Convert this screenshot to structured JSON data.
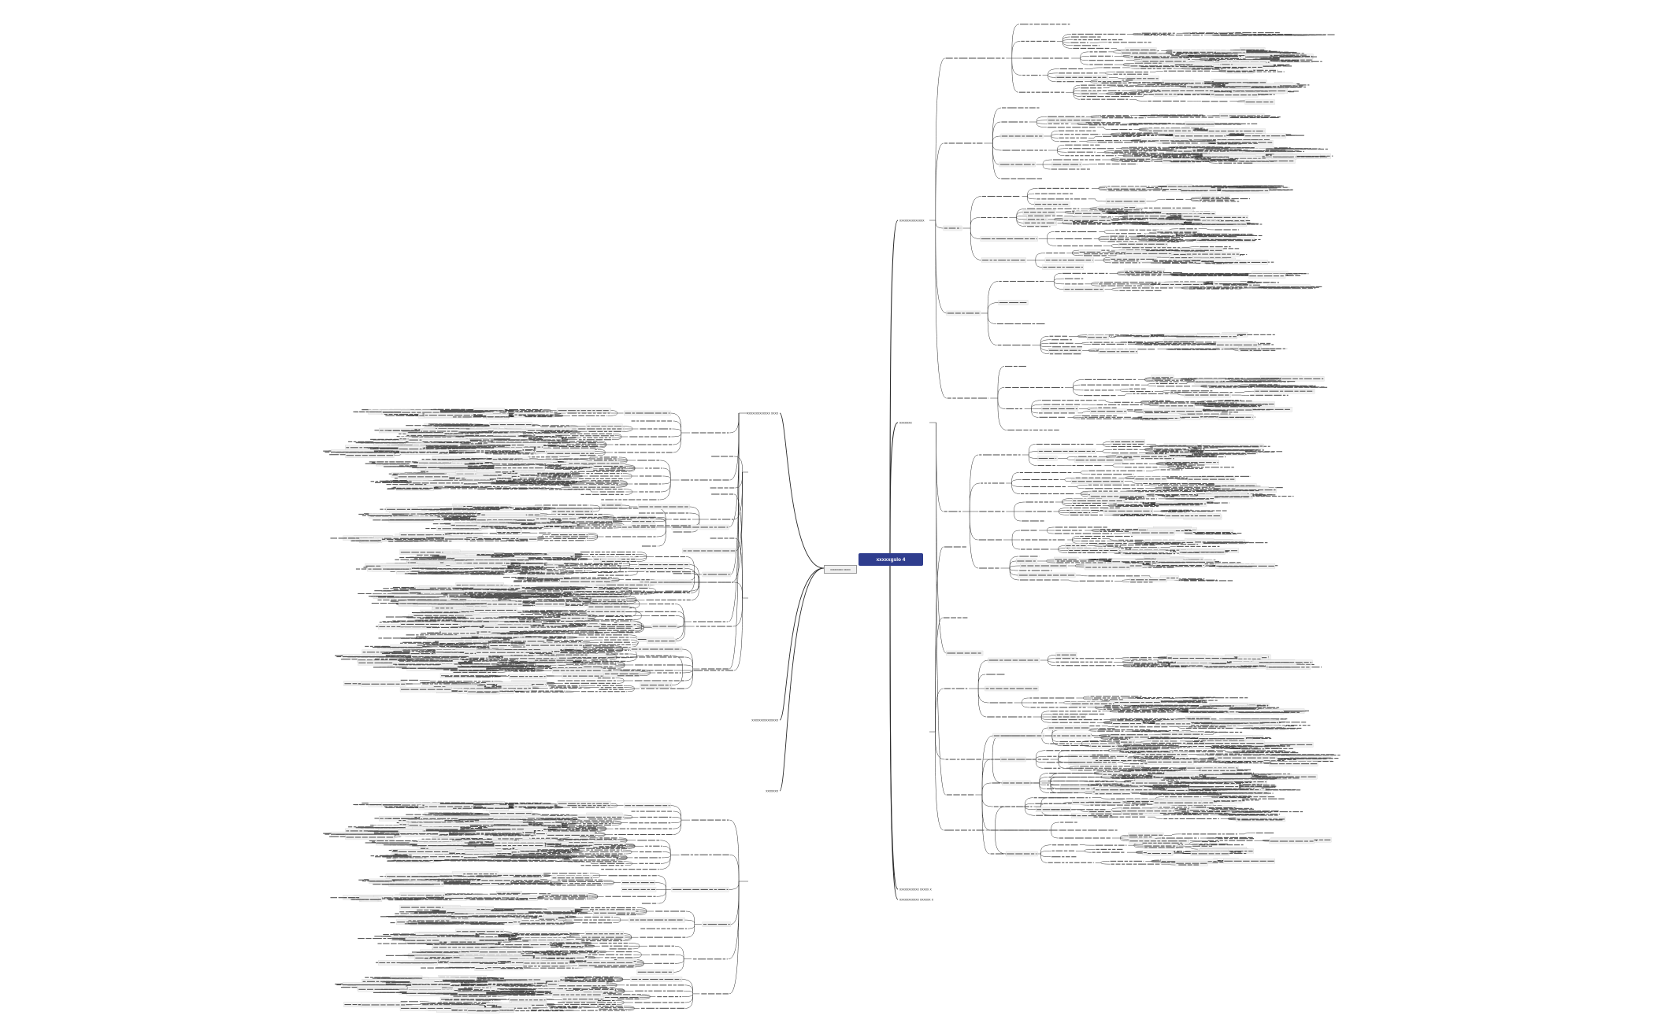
{
  "diagram": {
    "type": "mind-map",
    "root": {
      "label": "xxxxxgslo 4"
    },
    "hub": {
      "label": "xxxxxxxxx xxxxx"
    },
    "right_branches": [
      {
        "label": "xxxxxxxxxxxxxx"
      },
      {
        "label": "xxxxxxx"
      },
      {
        "label": "xxxxxxxxxxx xxxxx x"
      },
      {
        "label": "xxxxxxxxxxx xxxxxx x"
      }
    ],
    "left_branches": [
      {
        "label": "xxxxxxxxxxxxx xxxx"
      },
      {
        "label": "xxxxxxxxxxxxxxx"
      },
      {
        "label": "xxxxxxx"
      }
    ],
    "colors": {
      "root_fill": "#2f3d8e",
      "root_text": "#ffffff",
      "connector": "#2a2a2a",
      "leaf_text": "#555555",
      "leaf_fill": "#f2f2f2"
    }
  }
}
